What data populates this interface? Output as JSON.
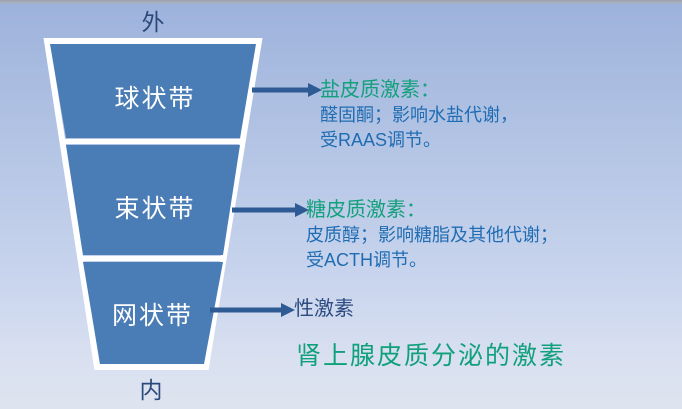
{
  "diagram": {
    "caption": "肾上腺皮质分泌的激素",
    "orientation": {
      "outer_label": "外",
      "inner_label": "内"
    },
    "colors": {
      "zone_fill": "#4a7cb5",
      "zone_border": "#ffffff",
      "arrow": "#2e5b93",
      "heading_green": "#13a07c",
      "body_blue": "#1f6cb3",
      "axis_navy": "#2b4a7c",
      "background_top": "#9db2dc",
      "background_bottom": "#dee4ef"
    },
    "zones": [
      {
        "name": "球状带",
        "callout": {
          "heading": "盐皮质激素：",
          "lines": [
            "醛固酮；影响水盐代谢，",
            "受RAAS调节。"
          ]
        }
      },
      {
        "name": "束状带",
        "callout": {
          "heading": "糖皮质激素：",
          "lines": [
            "皮质醇；影响糖脂及其他代谢；",
            "受ACTH调节。"
          ]
        }
      },
      {
        "name": "网状带",
        "callout": {
          "heading": "性激素",
          "lines": []
        }
      }
    ]
  }
}
